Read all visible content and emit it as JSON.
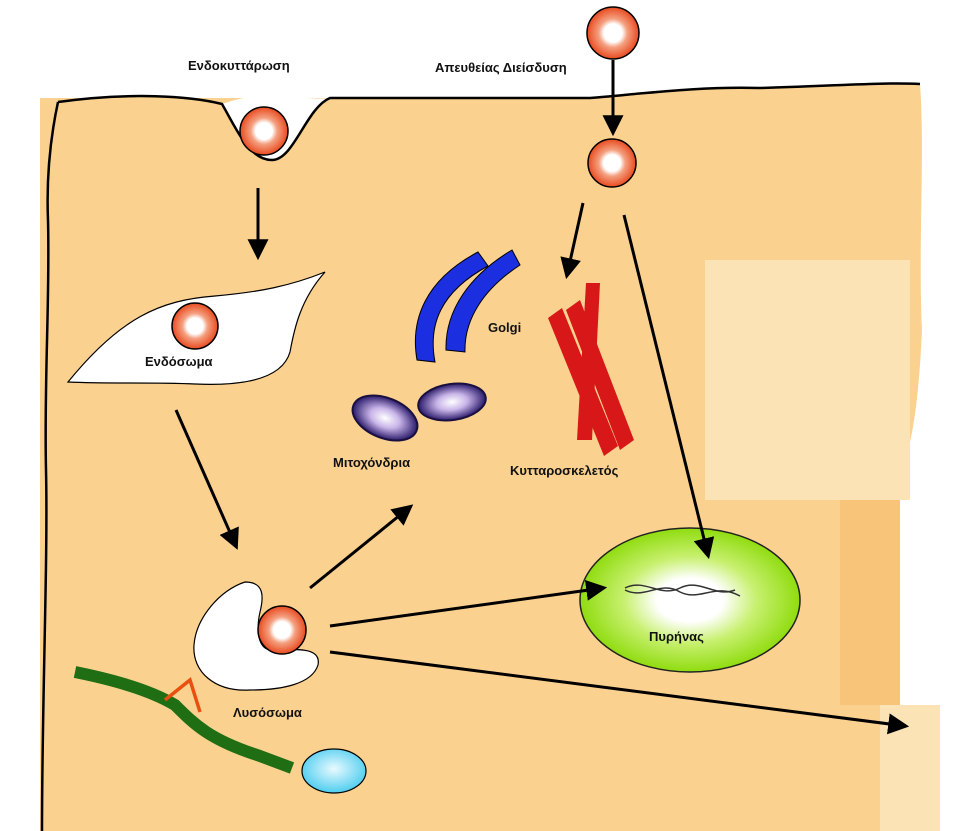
{
  "labels": {
    "endocytosis": "Ενδοκυττάρωση",
    "direct_diffusion": "Απευθείας Διείσδυση",
    "endosome": "Ενδόσωμα",
    "golgi": "Golgi",
    "mitochondria": "Μιτοχόνδρια",
    "cytoskeleton": "Κυτταροσκελετός",
    "nucleus": "Πυρήνας",
    "lysosome": "Λυσόσωμα"
  },
  "colors": {
    "cytoplasm": "#fbd18f",
    "membrane": "#000000",
    "particle": "#e84a1f",
    "golgi": "#1b2fe0",
    "mitochondria": "#3a2a7a",
    "cytoskeleton": "#d81818",
    "nucleus": "#96e000",
    "membrane_fiber": "#1f6e14",
    "receptor": "#e85010",
    "vesicle": "#5ed4f0",
    "arrow": "#000000"
  }
}
